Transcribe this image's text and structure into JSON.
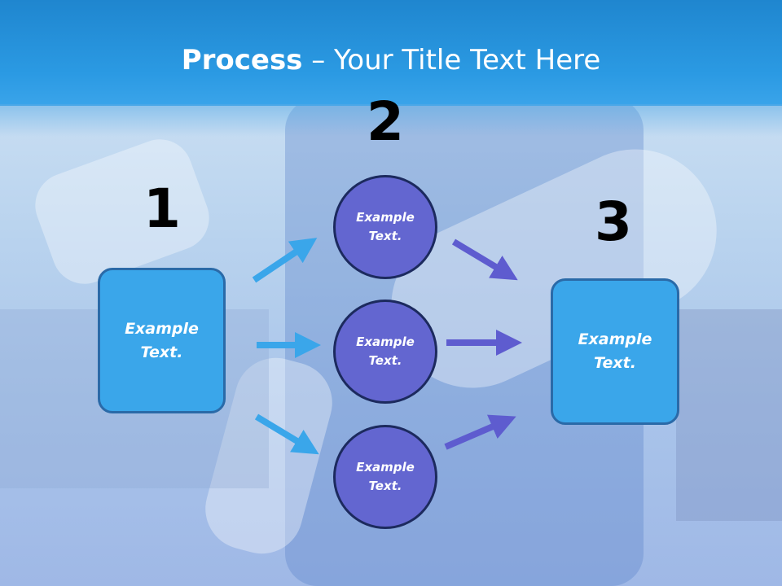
{
  "title": {
    "bold": "Process",
    "rest": " – Your Title Text Here"
  },
  "steps": [
    {
      "number": "1",
      "box_text": "Example Text."
    },
    {
      "number": "2",
      "circles": [
        "Example Text.",
        "Example Text.",
        "Example Text."
      ]
    },
    {
      "number": "3",
      "box_text": "Example Text."
    }
  ],
  "colors": {
    "header": "#2b9ae3",
    "box": "#3aa6ea",
    "circle": "#6366d0",
    "arrow_blue": "#3aa6ea",
    "arrow_purple": "#5e5ccf"
  }
}
